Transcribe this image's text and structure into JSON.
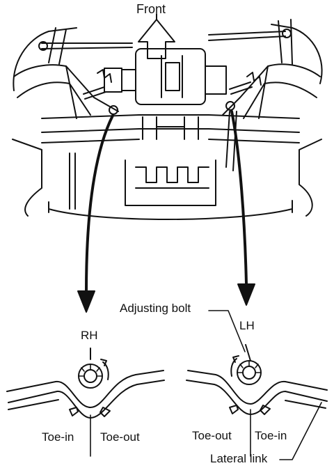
{
  "labels": {
    "front": "Front",
    "adjusting_bolt": "Adjusting bolt",
    "rh": "RH",
    "lh": "LH",
    "rh_toe_in": "Toe-in",
    "rh_toe_out": "Toe-out",
    "lh_toe_out": "Toe-out",
    "lh_toe_in": "Toe-in",
    "lateral_link": "Lateral link"
  },
  "colors": {
    "ink": "#111111",
    "paper": "#ffffff"
  }
}
